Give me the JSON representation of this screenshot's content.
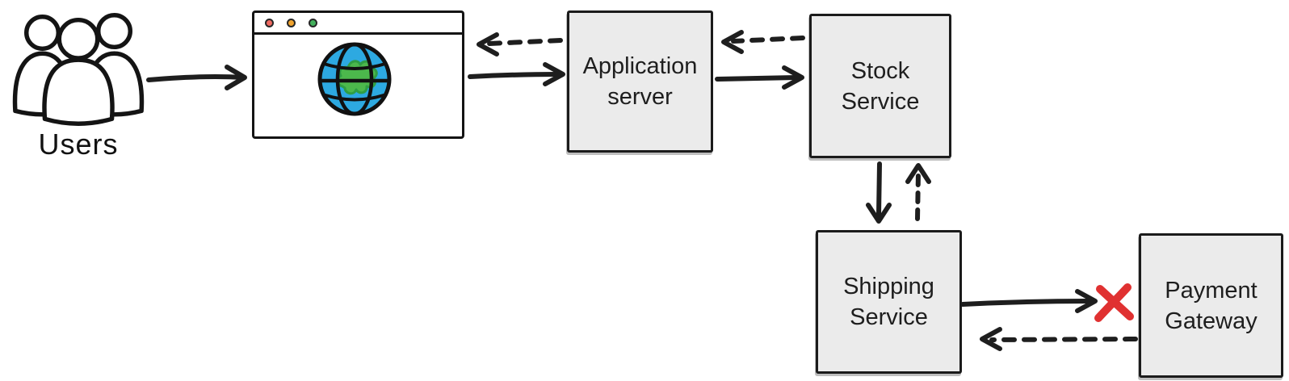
{
  "diagram": {
    "users_label": "Users",
    "nodes": {
      "application_server": {
        "line1": "Application",
        "line2": "server"
      },
      "stock_service": {
        "line1": "Stock",
        "line2": "Service"
      },
      "shipping_service": {
        "line1": "Shipping",
        "line2": "Service"
      },
      "payment_gateway": {
        "line1": "Payment",
        "line2": "Gateway"
      }
    },
    "icons": [
      "users-icon",
      "browser-window",
      "globe-icon",
      "red-x-icon"
    ],
    "arrows": [
      {
        "from": "users",
        "to": "browser",
        "style": "solid",
        "direction": "right"
      },
      {
        "from": "application_server",
        "to": "browser",
        "style": "dashed",
        "direction": "left"
      },
      {
        "from": "browser",
        "to": "application_server",
        "style": "solid",
        "direction": "right"
      },
      {
        "from": "stock_service",
        "to": "application_server",
        "style": "dashed",
        "direction": "left"
      },
      {
        "from": "application_server",
        "to": "stock_service",
        "style": "solid",
        "direction": "right"
      },
      {
        "from": "stock_service",
        "to": "shipping_service",
        "style": "solid",
        "direction": "down"
      },
      {
        "from": "shipping_service",
        "to": "stock_service",
        "style": "dashed",
        "direction": "up"
      },
      {
        "from": "shipping_service",
        "to": "payment_gateway",
        "style": "solid",
        "direction": "right",
        "blocked": true
      },
      {
        "from": "payment_gateway",
        "to": "shipping_service",
        "style": "dashed",
        "direction": "left"
      }
    ],
    "colors": {
      "stroke": "#1e1e1e",
      "node_fill": "#ebebeb",
      "error_red": "#e03131",
      "globe_ocean_blue": "#2da9e1",
      "globe_land_green": "#4cb84c",
      "traffic_light_red": "#ef6a61",
      "traffic_light_orange": "#f0a32e",
      "traffic_light_green": "#43b05c"
    }
  }
}
